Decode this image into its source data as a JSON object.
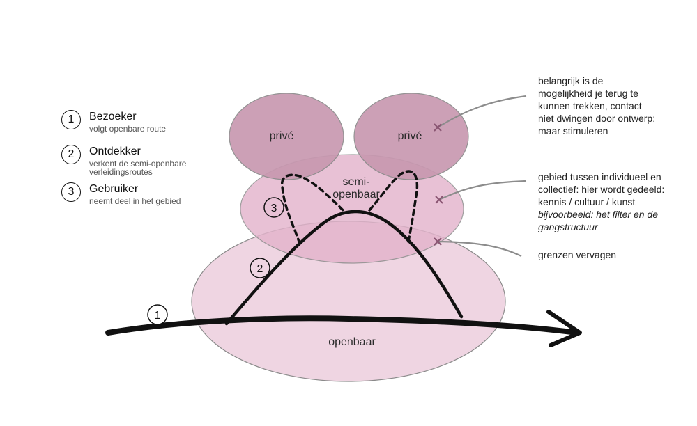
{
  "colors": {
    "prive": "#c898b0",
    "semi": "#e3b4cc",
    "openbaar": "#efd5e2",
    "stroke": "#8a8a8a",
    "route": "#111111",
    "leader": "#8c8c8c",
    "cross": "#8a5572"
  },
  "legend": [
    {
      "number": "1",
      "title": "Bezoeker",
      "desc": "volgt openbare route"
    },
    {
      "number": "2",
      "title": "Ontdekker",
      "desc": "verkent de semi-openbare verleidingsroutes"
    },
    {
      "number": "3",
      "title": "Gebruiker",
      "desc": "neemt deel in het gebied"
    }
  ],
  "zones": {
    "prive_left": "privé",
    "prive_right": "privé",
    "semi_line1": "semi-",
    "semi_line2": "openbaar",
    "openbaar": "openbaar"
  },
  "route_markers": [
    "1",
    "2",
    "3"
  ],
  "notes": {
    "top": [
      "belangrijk is de",
      "mogelijkheid je terug te",
      "kunnen trekken, contact",
      "niet dwingen door ontwerp;",
      "maar stimuleren"
    ],
    "middle": [
      "gebied tussen individueel en",
      "collectief: hier wordt gedeeld:",
      "kennis / cultuur / kunst"
    ],
    "middle_italic": [
      "bijvoorbeeld: het filter en de",
      "gangstructuur"
    ],
    "bottom": "grenzen vervagen"
  }
}
